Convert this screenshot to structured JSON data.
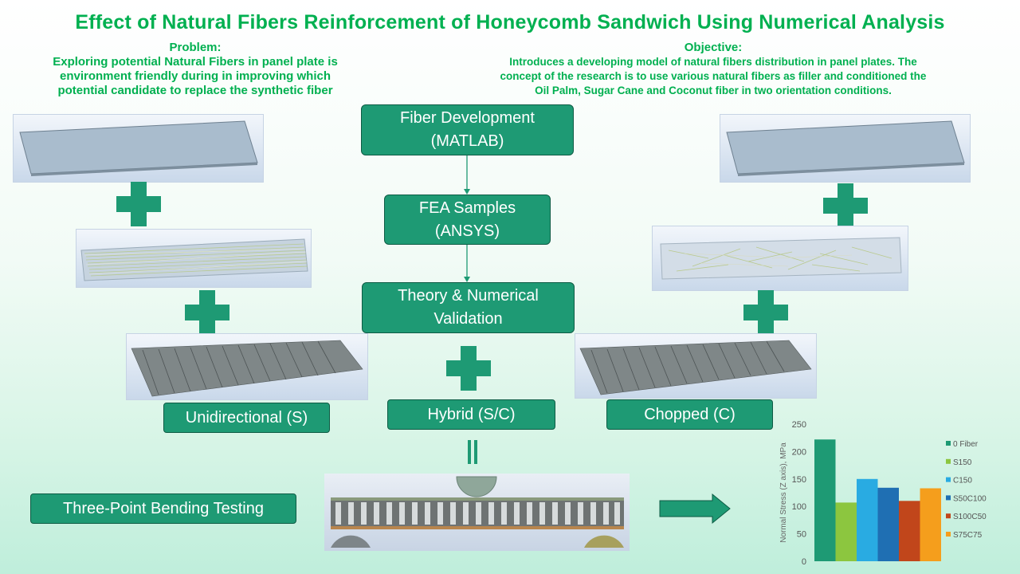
{
  "title": "Effect of Natural Fibers Reinforcement of Honeycomb Sandwich Using Numerical Analysis",
  "problem": {
    "heading": "Problem:",
    "lines": [
      "Exploring potential Natural Fibers in panel plate is",
      "environment friendly during in improving which",
      "potential candidate to replace the synthetic fiber"
    ]
  },
  "objective": {
    "heading": "Objective:",
    "lines": [
      "Introduces a developing model of natural fibers distribution in panel plates. The",
      "concept of the research is to use various natural fibers as filler and conditioned the",
      "Oil Palm, Sugar Cane and Coconut fiber in two orientation conditions."
    ]
  },
  "flow": {
    "step1": {
      "line1": "Fiber Development",
      "line2": "(MATLAB)"
    },
    "step2": {
      "line1": "FEA Samples",
      "line2": "(ANSYS)"
    },
    "step3": {
      "line1": "Theory & Numerical",
      "line2": "Validation"
    }
  },
  "labels": {
    "unidirectional": "Unidirectional (S)",
    "hybrid": "Hybrid (S/C)",
    "chopped": "Chopped (C)",
    "bending": "Three-Point Bending Testing"
  },
  "colors": {
    "accent_green": "#00b050",
    "box_fill": "#1e9a74"
  },
  "chart_data": {
    "type": "bar",
    "ylabel": "Normal Stress (Z axis), MPa",
    "ylim": [
      0,
      250
    ],
    "yticks": [
      0,
      50,
      100,
      150,
      200,
      250
    ],
    "legend_position": "right",
    "series": [
      {
        "name": "0 Fiber",
        "value": 222,
        "color": "#1e9a74"
      },
      {
        "name": "S150",
        "value": 107,
        "color": "#8cc63f"
      },
      {
        "name": "C150",
        "value": 150,
        "color": "#29abe2"
      },
      {
        "name": "S50C100",
        "value": 134,
        "color": "#1f6fb3"
      },
      {
        "name": "S100C50",
        "value": 110,
        "color": "#c1461b"
      },
      {
        "name": "S75C75",
        "value": 133,
        "color": "#f59e1c"
      }
    ]
  }
}
